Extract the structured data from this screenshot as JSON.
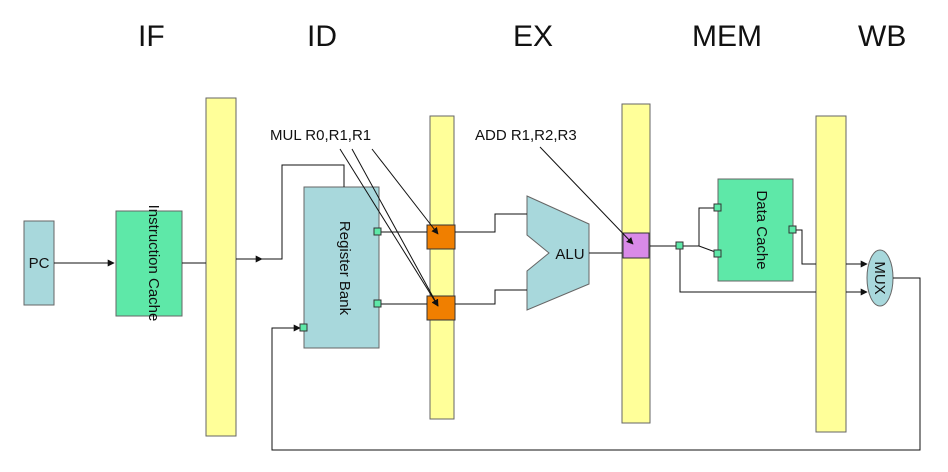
{
  "stages": {
    "if": "IF",
    "id": "ID",
    "ex": "EX",
    "mem": "MEM",
    "wb": "WB"
  },
  "instructions": {
    "mul": "MUL R0,R1,R1",
    "add": "ADD R1,R2,R3"
  },
  "blocks": {
    "pc": "PC",
    "instruction_cache": "Instruction Cache",
    "register_bank": "Register Bank",
    "alu": "ALU",
    "data_cache": "Data Cache",
    "mux": "MUX"
  },
  "colors": {
    "pipeline_register": "#ffff99",
    "pc": "#a8d8dc",
    "instruction_cache": "#5ee8a8",
    "register_bank": "#a8d8dc",
    "alu": "#a8d8dc",
    "data_cache": "#5ee8a8",
    "mux": "#a8d8dc",
    "latch_mul": "#f07f00",
    "latch_add": "#d98ae8",
    "port": "#5ee8a8"
  }
}
